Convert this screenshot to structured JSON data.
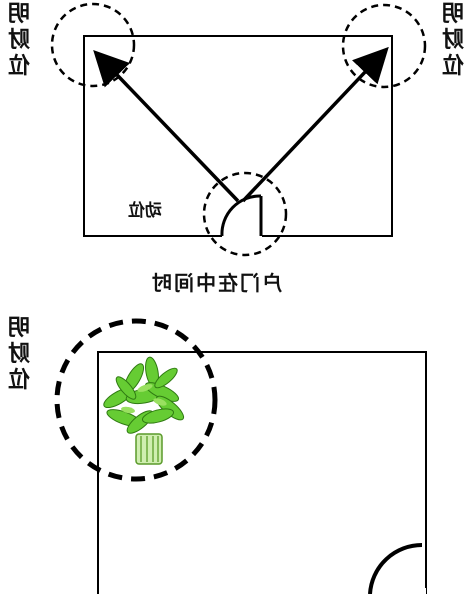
{
  "top_diagram": {
    "left_corner_label": [
      "明",
      "财",
      "位"
    ],
    "right_corner_label": [
      "明",
      "财",
      "位"
    ],
    "door_label": "动位",
    "caption": "户门在中间时"
  },
  "bottom_diagram": {
    "left_corner_label": [
      "明",
      "财",
      "位"
    ]
  },
  "icons": {
    "plant": "lucky-bamboo-plant-icon"
  }
}
